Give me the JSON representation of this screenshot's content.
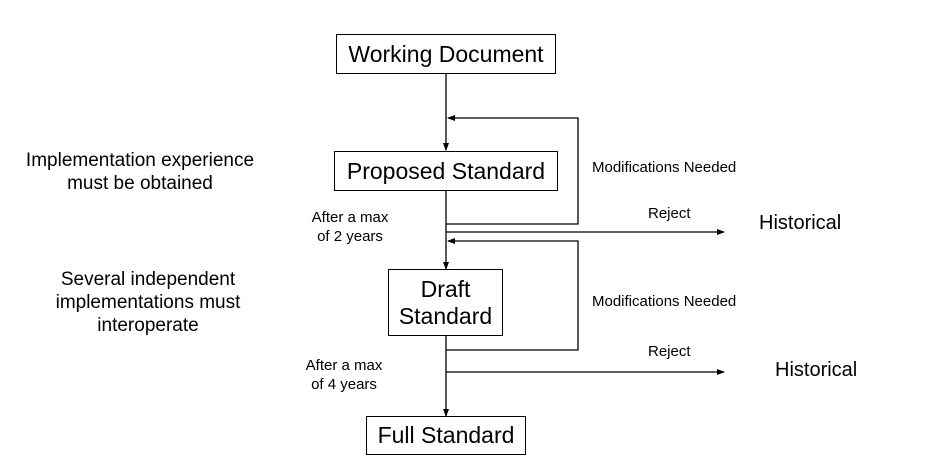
{
  "nodes": {
    "working": "Working Document",
    "proposed": "Proposed Standard",
    "draft_line1": "Draft",
    "draft_line2": "Standard",
    "full": "Full Standard"
  },
  "side_notes": {
    "implementation_line1": "Implementation experience",
    "implementation_line2": "must be obtained",
    "interop_line1": "Several independent",
    "interop_line2": "implementations must",
    "interop_line3": "interoperate"
  },
  "edges": {
    "time_limit_1_line1": "After a max",
    "time_limit_1_line2": "of 2 years",
    "time_limit_2_line1": "After a max",
    "time_limit_2_line2": "of 4 years",
    "modifications_1": "Modifications Needed",
    "modifications_2": "Modifications Needed",
    "reject_1": "Reject",
    "reject_2": "Reject"
  },
  "outcomes": {
    "historical_1": "Historical",
    "historical_2": "Historical"
  }
}
